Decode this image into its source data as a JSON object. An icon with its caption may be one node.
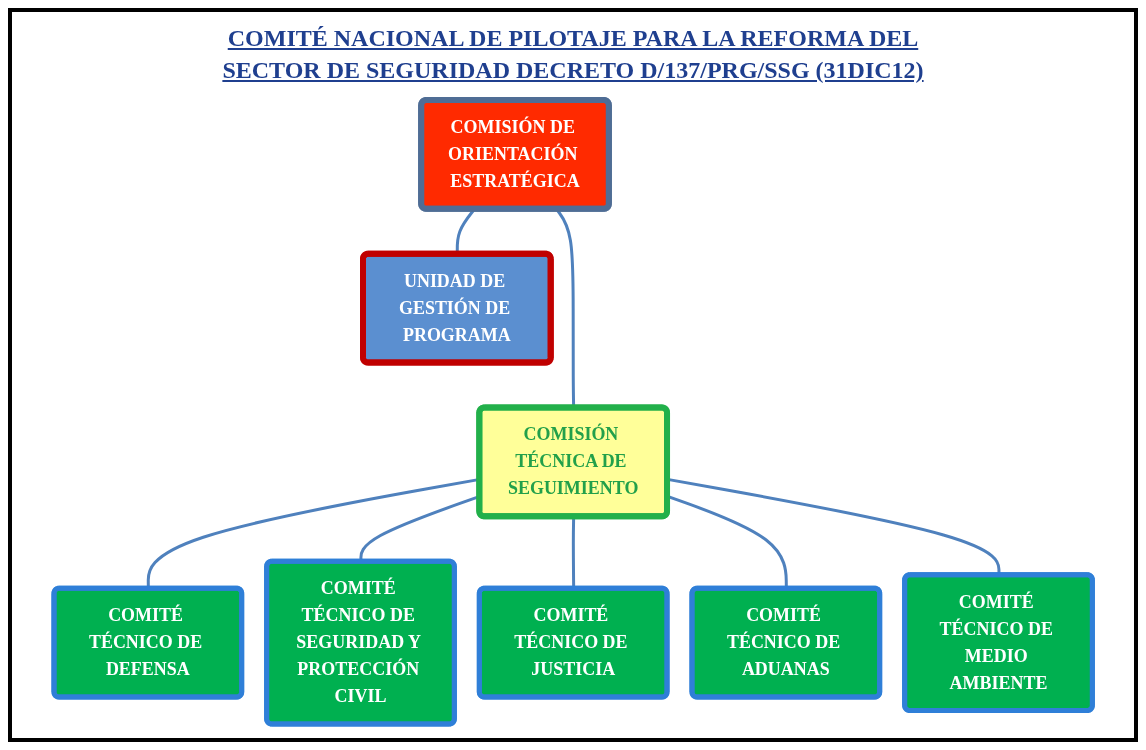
{
  "diagram": {
    "title": "COMITÉ NACIONAL DE PILOTAJE PARA LA REFORMA DEL SECTOR DE SEGURIDAD DECRETO D/137/PRG/SSG (31DIC12)",
    "nodes": [
      {
        "text": [
          "COMISIÓN DE ORIENTACIÓN ESTRATÉGICA"
        ]
      },
      {
        "text": [
          "UNIDAD DE GESTIÓN DE PROGRAMA"
        ]
      },
      {
        "text": [
          "COMISIÓN TÉCNICA DE SEGUIMIENTO"
        ]
      },
      {
        "text": [
          "COMITÉ TÉCNICO DE DEFENSA"
        ]
      },
      {
        "text": [
          "COMITÉ TÉCNICO DE SEGURIDAD Y PROTECCIÓN CIVIL"
        ]
      },
      {
        "text": [
          "COMITÉ TÉCNICO DE JUSTICIA"
        ]
      },
      {
        "text": [
          "COMITÉ TÉCNICO DE ADUANAS"
        ]
      },
      {
        "text": [
          "COMITÉ TÉCNICO DE MEDIO AMBIENTE"
        ]
      }
    ],
    "edges": [
      {
        "from": 0,
        "to": 2,
        "arrow": "none"
      },
      {
        "from": 0,
        "to": 1,
        "arrow": "none"
      },
      {
        "from": 2,
        "to": 3,
        "arrow": "none"
      },
      {
        "from": 2,
        "to": 4,
        "arrow": "none"
      },
      {
        "from": 2,
        "to": 5,
        "arrow": "none"
      },
      {
        "from": 2,
        "to": 6,
        "arrow": "none"
      },
      {
        "from": 2,
        "to": 7,
        "arrow": "none"
      }
    ]
  }
}
